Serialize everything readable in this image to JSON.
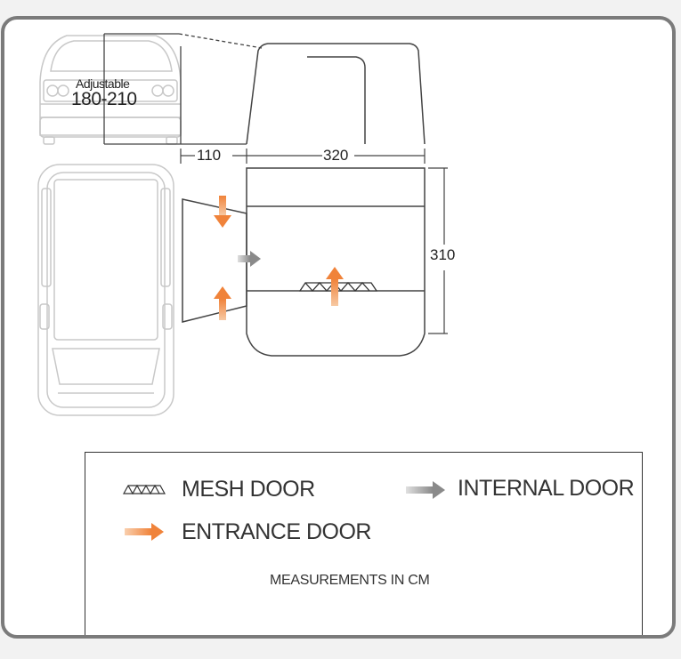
{
  "van_label": {
    "line1": "Adjustable",
    "line2": "180-210"
  },
  "dimensions": {
    "width_side": "110",
    "width_main": "320",
    "depth": "310"
  },
  "legend": {
    "mesh_door": "MESH DOOR",
    "internal_door": "INTERNAL DOOR",
    "entrance_door": "ENTRANCE DOOR",
    "note": "MEASUREMENTS IN CM"
  },
  "colors": {
    "entrance_arrow": "#f08a3c",
    "internal_arrow": "#a0a0a0",
    "line": "#555555",
    "van": "#c8c8c8"
  },
  "icons": {
    "mesh": "mesh-door-icon",
    "internal": "grey-arrow-icon",
    "entrance": "orange-arrow-icon"
  }
}
